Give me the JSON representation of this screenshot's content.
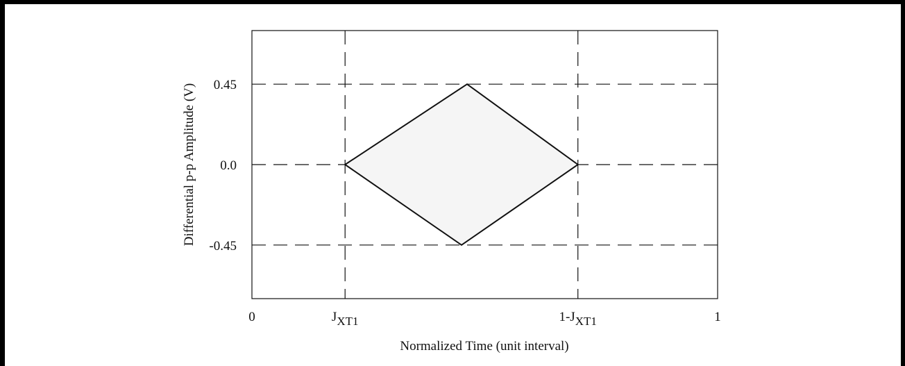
{
  "chart_data": {
    "type": "area",
    "title": "",
    "xlabel": "Normalized Time (unit interval)",
    "ylabel": "Differential p-p Amplitude (V)",
    "x_ticks": [
      {
        "value": 0,
        "label": "0",
        "sub": ""
      },
      {
        "value": 0.2,
        "label": "J",
        "sub": "XT1"
      },
      {
        "value": 0.7,
        "label": "1-J",
        "sub": "XT1"
      },
      {
        "value": 1,
        "label": "1",
        "sub": ""
      }
    ],
    "y_ticks": [
      {
        "value": 0.45,
        "label": "0.45"
      },
      {
        "value": 0.0,
        "label": "0.0"
      },
      {
        "value": -0.45,
        "label": "-0.45"
      }
    ],
    "xlim": [
      0,
      1
    ],
    "ylim": [
      -0.75,
      0.75
    ],
    "grid": "dashed",
    "series": [
      {
        "points": [
          {
            "x": 0.2,
            "y": 0.0
          },
          {
            "x": 0.462,
            "y": 0.45
          },
          {
            "x": 0.7,
            "y": 0.0
          },
          {
            "x": 0.45,
            "y": -0.45
          }
        ]
      }
    ],
    "colors": {
      "fill": "#f5f5f5",
      "line": "#111111",
      "grid": "#111111"
    }
  }
}
